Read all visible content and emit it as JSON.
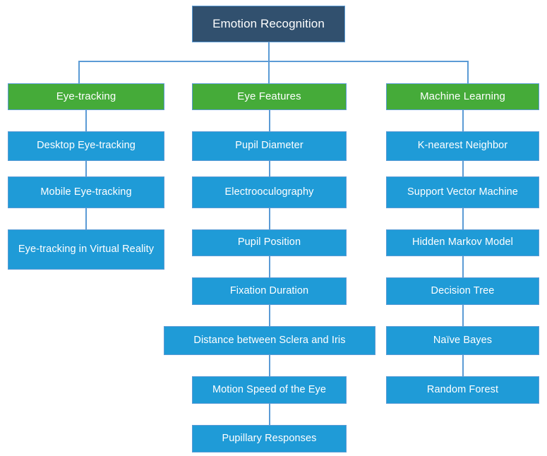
{
  "diagram": {
    "title": "Emotion Recognition",
    "type": "hierarchy-tree",
    "colors": {
      "root_fill": "#31506e",
      "branch_fill": "#45ab39",
      "leaf_fill": "#1f9bd7",
      "border": "#5b9bd5",
      "text": "#ffffff",
      "background": "#ffffff"
    },
    "root": {
      "label": "Emotion Recognition"
    },
    "branches": [
      {
        "id": "eye-tracking",
        "label": "Eye-tracking",
        "children": [
          {
            "label": "Desktop Eye-tracking"
          },
          {
            "label": "Mobile Eye-tracking"
          },
          {
            "label": "Eye-tracking in Virtual Reality"
          }
        ]
      },
      {
        "id": "eye-features",
        "label": "Eye Features",
        "children": [
          {
            "label": "Pupil Diameter"
          },
          {
            "label": "Electrooculography"
          },
          {
            "label": "Pupil Position"
          },
          {
            "label": "Fixation Duration"
          },
          {
            "label": "Distance between Sclera and Iris"
          },
          {
            "label": "Motion Speed of the Eye"
          },
          {
            "label": "Pupillary Responses"
          }
        ]
      },
      {
        "id": "machine-learning",
        "label": "Machine Learning",
        "children": [
          {
            "label": "K-nearest Neighbor"
          },
          {
            "label": "Support Vector Machine"
          },
          {
            "label": "Hidden Markov Model"
          },
          {
            "label": "Decision Tree"
          },
          {
            "label": "Naïve Bayes"
          },
          {
            "label": "Random Forest"
          }
        ]
      }
    ]
  }
}
